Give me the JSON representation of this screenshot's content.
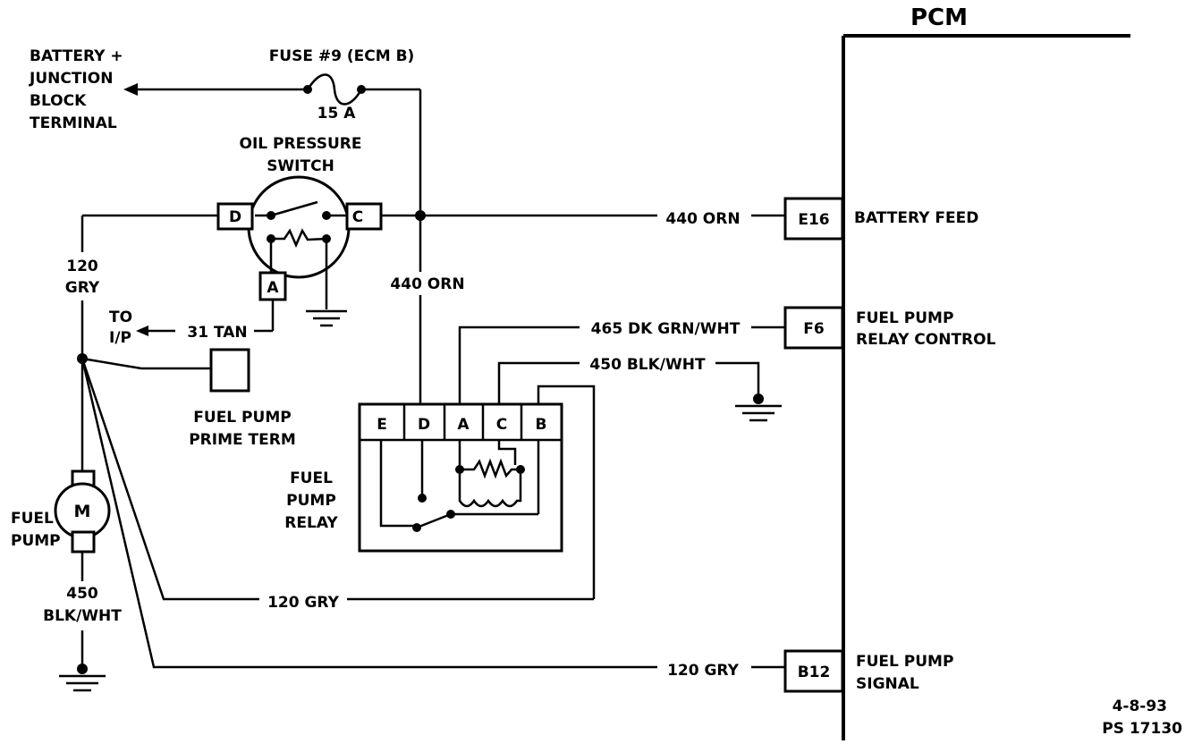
{
  "pcm": {
    "title": "PCM",
    "pins": [
      {
        "id": "E16",
        "label_lines": [
          "BATTERY FEED"
        ]
      },
      {
        "id": "F6",
        "label_lines": [
          "FUEL PUMP",
          "RELAY CONTROL"
        ]
      },
      {
        "id": "B12",
        "label_lines": [
          "FUEL PUMP",
          "SIGNAL"
        ]
      }
    ]
  },
  "battery": {
    "label_lines": [
      "BATTERY +",
      "JUNCTION",
      "BLOCK",
      "TERMINAL"
    ]
  },
  "fuse": {
    "name": "FUSE #9 (ECM B)",
    "rating": "15 A"
  },
  "oil_pressure_switch": {
    "label_lines": [
      "OIL PRESSURE",
      "SWITCH"
    ],
    "terminals": [
      "D",
      "C",
      "A"
    ]
  },
  "wires": {
    "orn_battery_feed": "440 ORN",
    "orn_vertical": "440 ORN",
    "gry_left": [
      "120",
      "GRY"
    ],
    "tan": "31 TAN",
    "dk_grn_wht": "465 DK GRN/WHT",
    "blk_wht_relay": "450 BLK/WHT",
    "gry_bottom": "120 GRY",
    "gry_signal": "120 GRY",
    "blk_wht_pump": [
      "450",
      "BLK/WHT"
    ]
  },
  "to_ip": [
    "TO",
    "I/P"
  ],
  "prime_term": {
    "label_lines": [
      "FUEL PUMP",
      "PRIME TERM"
    ]
  },
  "relay": {
    "label_lines": [
      "FUEL",
      "PUMP",
      "RELAY"
    ],
    "terminals": [
      "E",
      "D",
      "A",
      "C",
      "B"
    ]
  },
  "pump": {
    "symbol": "M",
    "label_lines": [
      "FUEL",
      "PUMP"
    ]
  },
  "footer": {
    "date": "4-8-93",
    "code": "PS 17130"
  }
}
